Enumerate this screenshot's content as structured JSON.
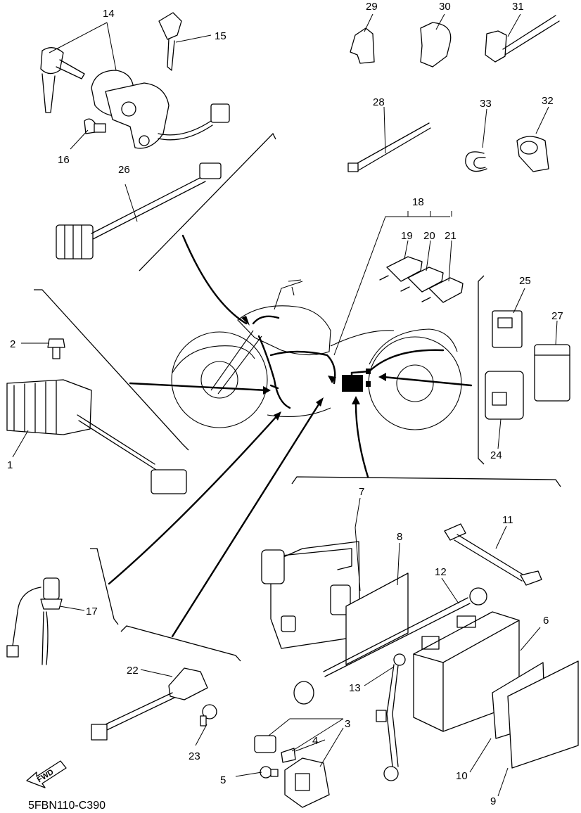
{
  "diagram_code": "5FBN110-C390",
  "fwd_label": "FWD",
  "callouts": {
    "c1": "1",
    "c2": "2",
    "c3": "3",
    "c4": "4",
    "c5": "5",
    "c6": "6",
    "c7": "7",
    "c8": "8",
    "c9": "9",
    "c10": "10",
    "c11": "11",
    "c12": "12",
    "c13": "13",
    "c14": "14",
    "c15": "15",
    "c16": "16",
    "c17": "17",
    "c18": "18",
    "c19": "19",
    "c20": "20",
    "c21": "21",
    "c22": "22",
    "c23": "23",
    "c24": "24",
    "c25": "25",
    "c26": "26",
    "c27": "27",
    "c28": "28",
    "c29": "29",
    "c30": "30",
    "c31": "31",
    "c32": "32",
    "c33": "33"
  }
}
